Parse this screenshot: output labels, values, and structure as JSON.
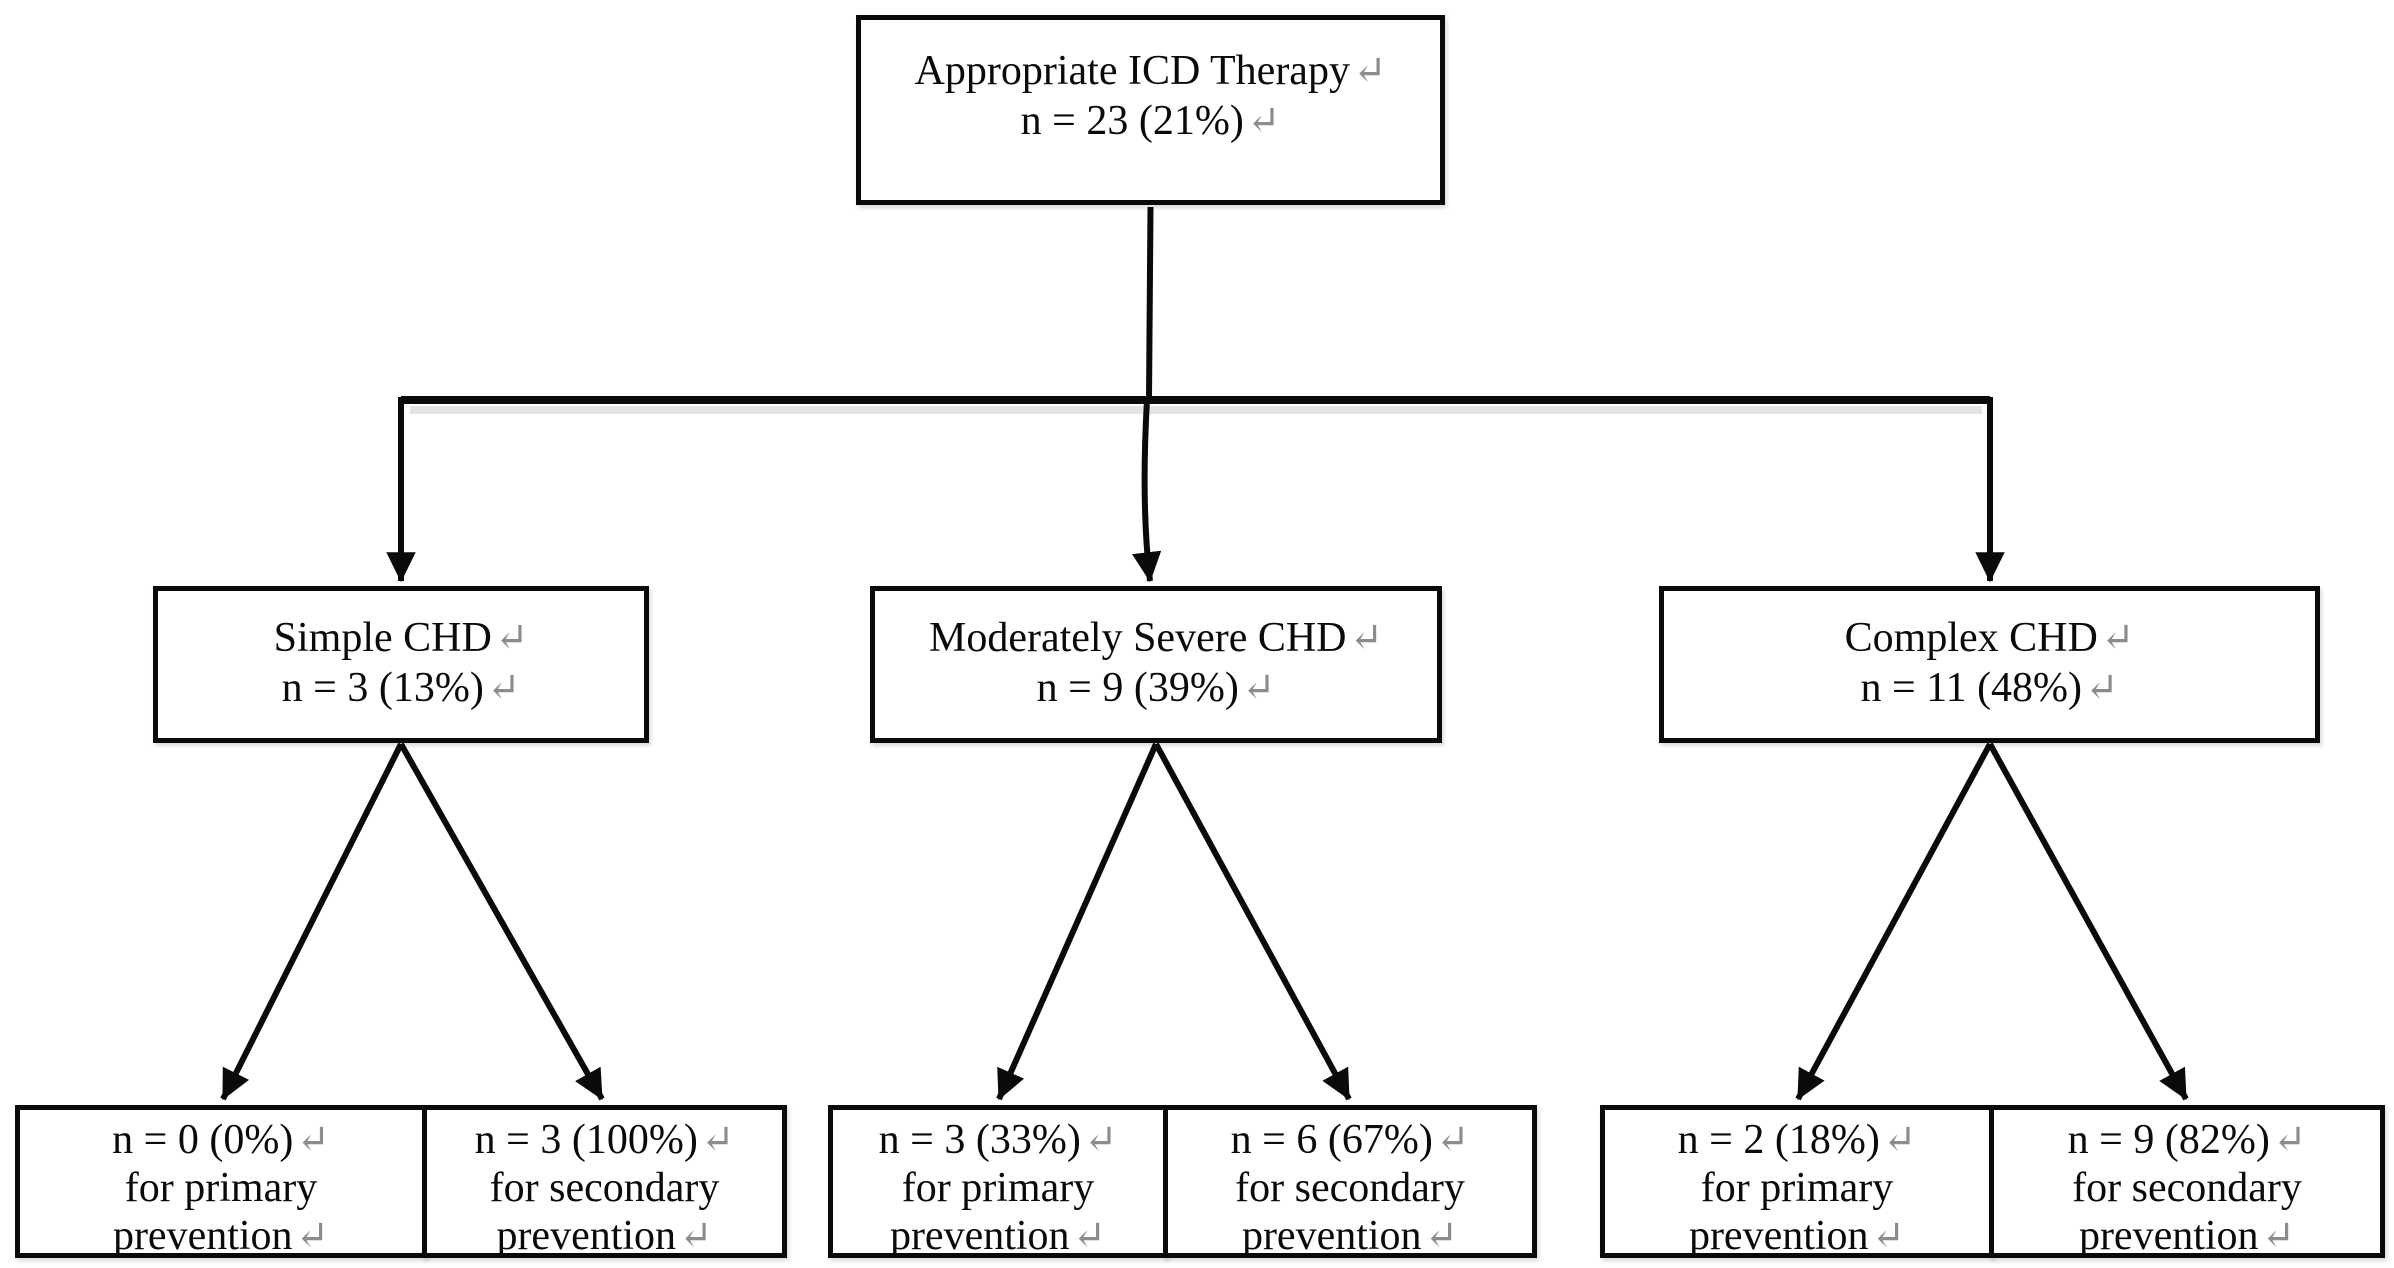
{
  "figure": {
    "type": "flowchart",
    "return_mark": "↵",
    "root": {
      "title": "Appropriate ICD Therapy",
      "stat": "n = 23 (21%)"
    },
    "branches": [
      {
        "title": "Simple CHD",
        "stat": "n = 3 (13%)",
        "children": [
          {
            "stat": "n = 0 (0%)",
            "label_line1": "for primary",
            "label_line2": "prevention"
          },
          {
            "stat": "n = 3 (100%)",
            "label_line1": "for secondary",
            "label_line2": "prevention"
          }
        ]
      },
      {
        "title": "Moderately Severe CHD",
        "stat": "n = 9 (39%)",
        "children": [
          {
            "stat": "n = 3 (33%)",
            "label_line1": "for primary",
            "label_line2": "prevention"
          },
          {
            "stat": "n = 6 (67%)",
            "label_line1": "for secondary",
            "label_line2": "prevention"
          }
        ]
      },
      {
        "title": "Complex CHD",
        "stat": "n = 11 (48%)",
        "children": [
          {
            "stat": "n = 2 (18%)",
            "label_line1": "for primary",
            "label_line2": "prevention"
          },
          {
            "stat": "n = 9 (82%)",
            "label_line1": "for secondary",
            "label_line2": "prevention"
          }
        ]
      }
    ],
    "colors": {
      "line": "#0a0a0a",
      "text": "#0a0a0a",
      "return_mark": "#8c8c8c",
      "box_background": "#ffffff"
    }
  }
}
